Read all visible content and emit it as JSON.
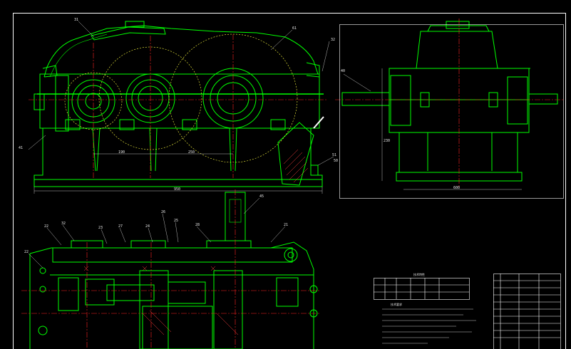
{
  "colors": {
    "background": "#000000",
    "outline": "#00ff00",
    "centerline": "#ff2020",
    "gear_circle": "#ffff40",
    "text": "#e8e8e8",
    "border": "#ffffff",
    "hatch": "#ff4040"
  },
  "balloons": {
    "b1": "31",
    "b2": "61",
    "b3": "32",
    "b4": "41",
    "b5": "40",
    "b6": "51",
    "b7": "45",
    "b8": "22",
    "b9": "32",
    "b10": "23",
    "b11": "22",
    "b12": "27",
    "b13": "24",
    "b14": "26",
    "b15": "25",
    "b16": "28",
    "b17": "21",
    "b18": "50"
  },
  "dimensions": {
    "d1": "190",
    "d2": "250",
    "d3": "950",
    "d4": "600",
    "d5": "230"
  },
  "notes": {
    "table_title": "技术特性",
    "req_title": "技术要求"
  }
}
